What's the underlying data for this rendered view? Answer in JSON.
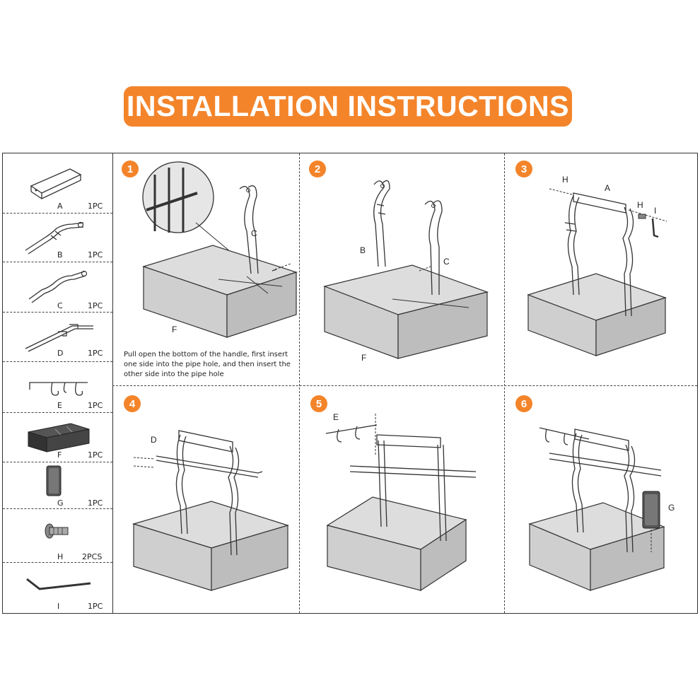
{
  "title": "INSTALLATION INSTRUCTIONS",
  "colors": {
    "accent": "#f4842a",
    "line": "#333333"
  },
  "parts": [
    {
      "letter": "A",
      "qty": "1PC",
      "icon": "handle-bar-icon"
    },
    {
      "letter": "B",
      "qty": "1PC",
      "icon": "side-handle-b-icon"
    },
    {
      "letter": "C",
      "qty": "1PC",
      "icon": "side-handle-c-icon"
    },
    {
      "letter": "D",
      "qty": "1PC",
      "icon": "towel-rack-icon"
    },
    {
      "letter": "E",
      "qty": "1PC",
      "icon": "hook-icon"
    },
    {
      "letter": "F",
      "qty": "1PC",
      "icon": "basket-icon"
    },
    {
      "letter": "G",
      "qty": "1PC",
      "icon": "mesh-panel-icon"
    },
    {
      "letter": "H",
      "qty": "2PCS",
      "icon": "screw-icon"
    },
    {
      "letter": "I",
      "qty": "1PC",
      "icon": "allen-key-icon"
    }
  ],
  "steps": [
    {
      "number": "1",
      "labels": [
        "C",
        "F"
      ],
      "note": "Pull open the bottom of the handle, first insert one side into the pipe hole, and then insert the other side into the pipe hole"
    },
    {
      "number": "2",
      "labels": [
        "B",
        "C",
        "F"
      ]
    },
    {
      "number": "3",
      "labels": [
        "H",
        "A",
        "H",
        "I"
      ]
    },
    {
      "number": "4",
      "labels": [
        "D"
      ]
    },
    {
      "number": "5",
      "labels": [
        "E"
      ]
    },
    {
      "number": "6",
      "labels": [
        "G"
      ]
    }
  ]
}
